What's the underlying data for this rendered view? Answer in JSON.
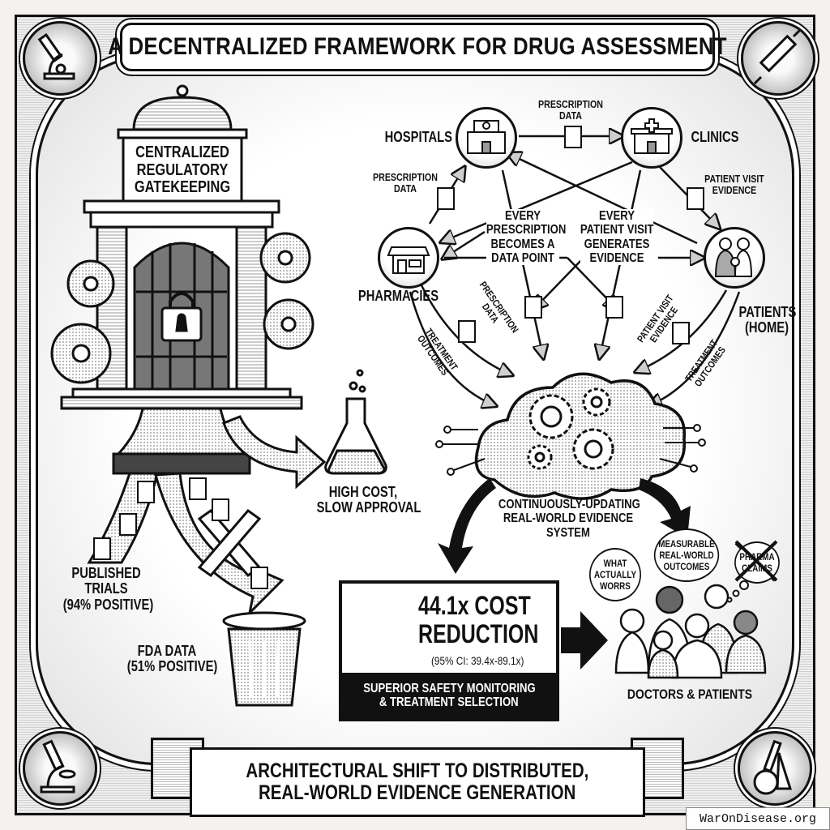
{
  "title": "A DECENTRALIZED FRAMEWORK FOR DRUG ASSESSMENT",
  "corners": {
    "top_left": "microscope-icon",
    "top_right": "syringe-icon",
    "bottom_left": "microscope-icon",
    "bottom_right": "flask-icon"
  },
  "centralized": {
    "building_label": [
      "CENTRALIZED",
      "REGULATORY",
      "GATEKEEPING"
    ],
    "outcome_label": [
      "HIGH COST,",
      "SLOW APPROVAL"
    ],
    "published_label": [
      "PUBLISHED",
      "TRIALS",
      "(94% POSITIVE)"
    ],
    "fda_label": [
      "FDA DATA",
      "(51% POSITIVE)"
    ]
  },
  "network": {
    "nodes": {
      "hospitals": "HOSPITALS",
      "clinics": "CLINICS",
      "pharmacies": "PHARMACIES",
      "patients": [
        "PATIENTS",
        "(HOME)"
      ]
    },
    "edge_labels": {
      "hospital_to_clinic": [
        "PRESCRIPTION",
        "DATA"
      ],
      "pharmacy_to_hospital": [
        "PRESCRIPTION",
        "DATA"
      ],
      "clinic_to_patients": [
        "PATIENT VISIT",
        "EVIDENCE"
      ],
      "pharmacy_to_cloud_prescription": [
        "PRESCRIPTION",
        "DATA"
      ],
      "pharmacy_to_cloud_outcomes": [
        "TREATMENT",
        "OUTCOMES"
      ],
      "patients_to_cloud_visit": [
        "PATIENT VISIT",
        "EVIDENCE"
      ],
      "patients_to_cloud_outcomes": [
        "TREATMENT",
        "OUTCOMES"
      ]
    },
    "center_left": [
      "EVERY",
      "PRESCRIPTION",
      "BECOMES A",
      "DATA POINT"
    ],
    "center_right": [
      "EVERY",
      "PATIENT VISIT",
      "GENERATES",
      "EVIDENCE"
    ]
  },
  "cloud": {
    "label": [
      "CONTINUOUSLY-UPDATING",
      "REAL-WORLD EVIDENCE",
      "SYSTEM"
    ]
  },
  "stat": {
    "headline_1": "44.1x COST",
    "headline_2": "REDUCTION",
    "ci": "(95% CI: 39.4x-89.1x)",
    "footer_1": "SUPERIOR SAFETY MONITORING",
    "footer_2": "& TREATMENT SELECTION"
  },
  "people": {
    "bubble_1": [
      "WHAT",
      "ACTUALLY",
      "WORRS"
    ],
    "bubble_2": [
      "MEASURABLE",
      "REAL-WORLD",
      "OUTCOMES"
    ],
    "bubble_3": [
      "PHARMA",
      "CLAIMS"
    ],
    "label": "DOCTORS & PATIENTS"
  },
  "banner": {
    "line_1": "ARCHITECTURAL SHIFT TO DISTRIBUTED,",
    "line_2": "REAL-WORLD EVIDENCE GENERATION"
  },
  "watermark": "WarOnDisease.org"
}
